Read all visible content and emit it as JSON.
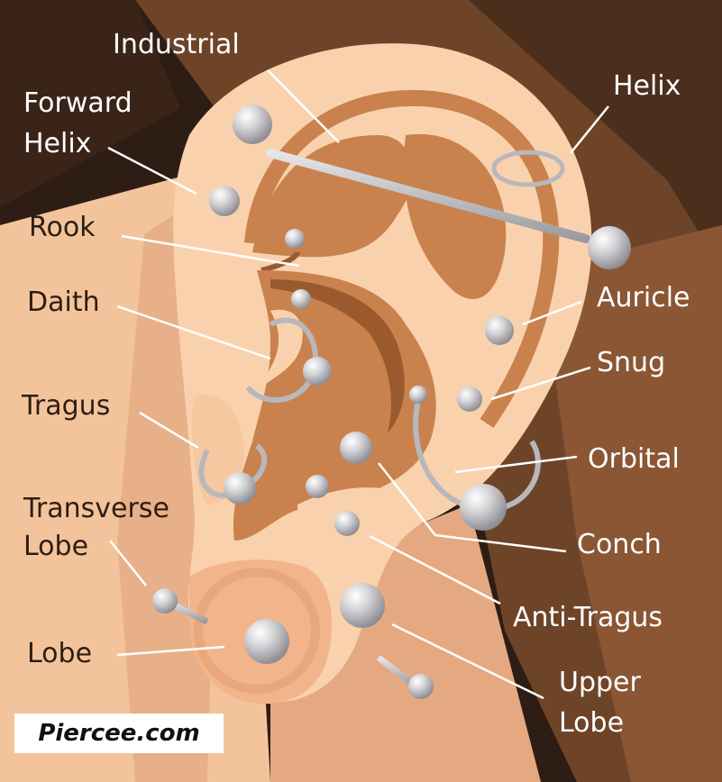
{
  "brand": "Piercee.com",
  "labels": {
    "industrial": "Industrial",
    "forward_helix_1": "Forward",
    "forward_helix_2": "Helix",
    "helix": "Helix",
    "rook": "Rook",
    "auricle": "Auricle",
    "daith": "Daith",
    "snug": "Snug",
    "tragus": "Tragus",
    "orbital": "Orbital",
    "transverse_lobe_1": "Transverse",
    "transverse_lobe_2": "Lobe",
    "conch": "Conch",
    "anti_tragus": "Anti-Tragus",
    "lobe": "Lobe",
    "upper_lobe_1": "Upper",
    "upper_lobe_2": "Lobe"
  },
  "colors": {
    "background": "#2e1d14",
    "hair": "#6e4429",
    "skin_light": "#f6c8a0",
    "skin": "#f9d2ad",
    "ear_inner": "#c9824d",
    "ear_deep": "#9a5a2d",
    "jewelry": "#c8c8cc",
    "label": "#ffffff"
  }
}
